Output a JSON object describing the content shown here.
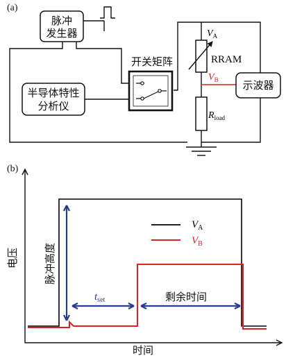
{
  "panel_a": {
    "label": "(a)",
    "pulse_generator": [
      "脉冲",
      "发生器"
    ],
    "switch_matrix": "开关矩阵",
    "semiconductor_analyzer": [
      "半导体特性",
      "分析仪"
    ],
    "oscilloscope": "示波器",
    "rram": "RRAM",
    "va": {
      "main": "V",
      "sub": "A"
    },
    "vb": {
      "main": "V",
      "sub": "B"
    },
    "rload": {
      "main": "R",
      "sub": "load"
    }
  },
  "panel_b": {
    "label": "(b)",
    "ylabel": "电压",
    "xlabel": "时间",
    "pulse_height": "脉冲高度",
    "tset": {
      "main": "t",
      "sub": "set"
    },
    "remaining": "剩余时间",
    "legend": [
      {
        "main": "V",
        "sub": "A",
        "color": "#000000"
      },
      {
        "main": "V",
        "sub": "B",
        "color": "#e02020"
      }
    ]
  },
  "colors": {
    "va": "#000000",
    "vb": "#e02020",
    "arrow": "#2b3a8c"
  }
}
